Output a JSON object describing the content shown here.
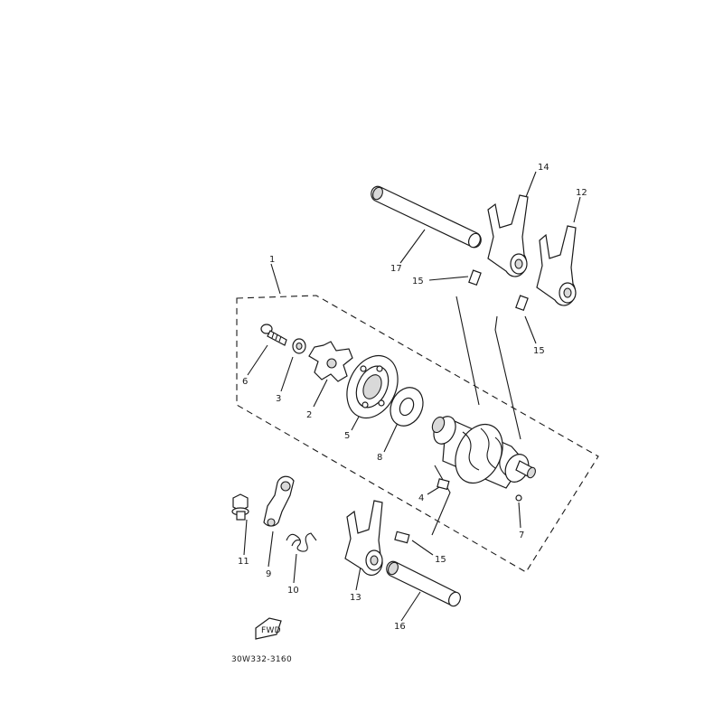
{
  "diagram": {
    "part_labels": [
      "1",
      "2",
      "3",
      "4",
      "5",
      "6",
      "7",
      "8",
      "9",
      "10",
      "11",
      "12",
      "13",
      "14",
      "15",
      "15",
      "15",
      "16",
      "17"
    ],
    "drawing_code": "30W332-3160",
    "fwd_label": "FWD"
  },
  "colors": {
    "ink": "#1a1a1a",
    "paper": "#ffffff",
    "shade": "#555555"
  }
}
